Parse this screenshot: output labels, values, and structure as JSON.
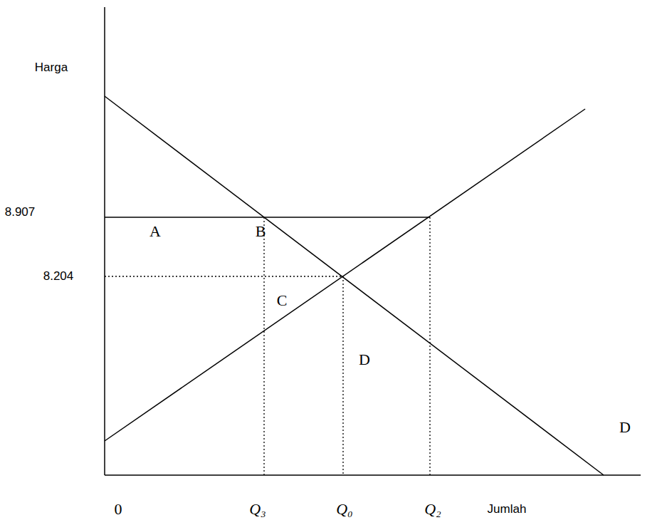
{
  "diagram": {
    "labels": [
      "Harga",
      "8.907",
      "8.204",
      "A",
      "B",
      "C",
      "D",
      "D",
      "0",
      "Q₃",
      "Q₀",
      "Q₂",
      "Jumlah"
    ]
  }
}
